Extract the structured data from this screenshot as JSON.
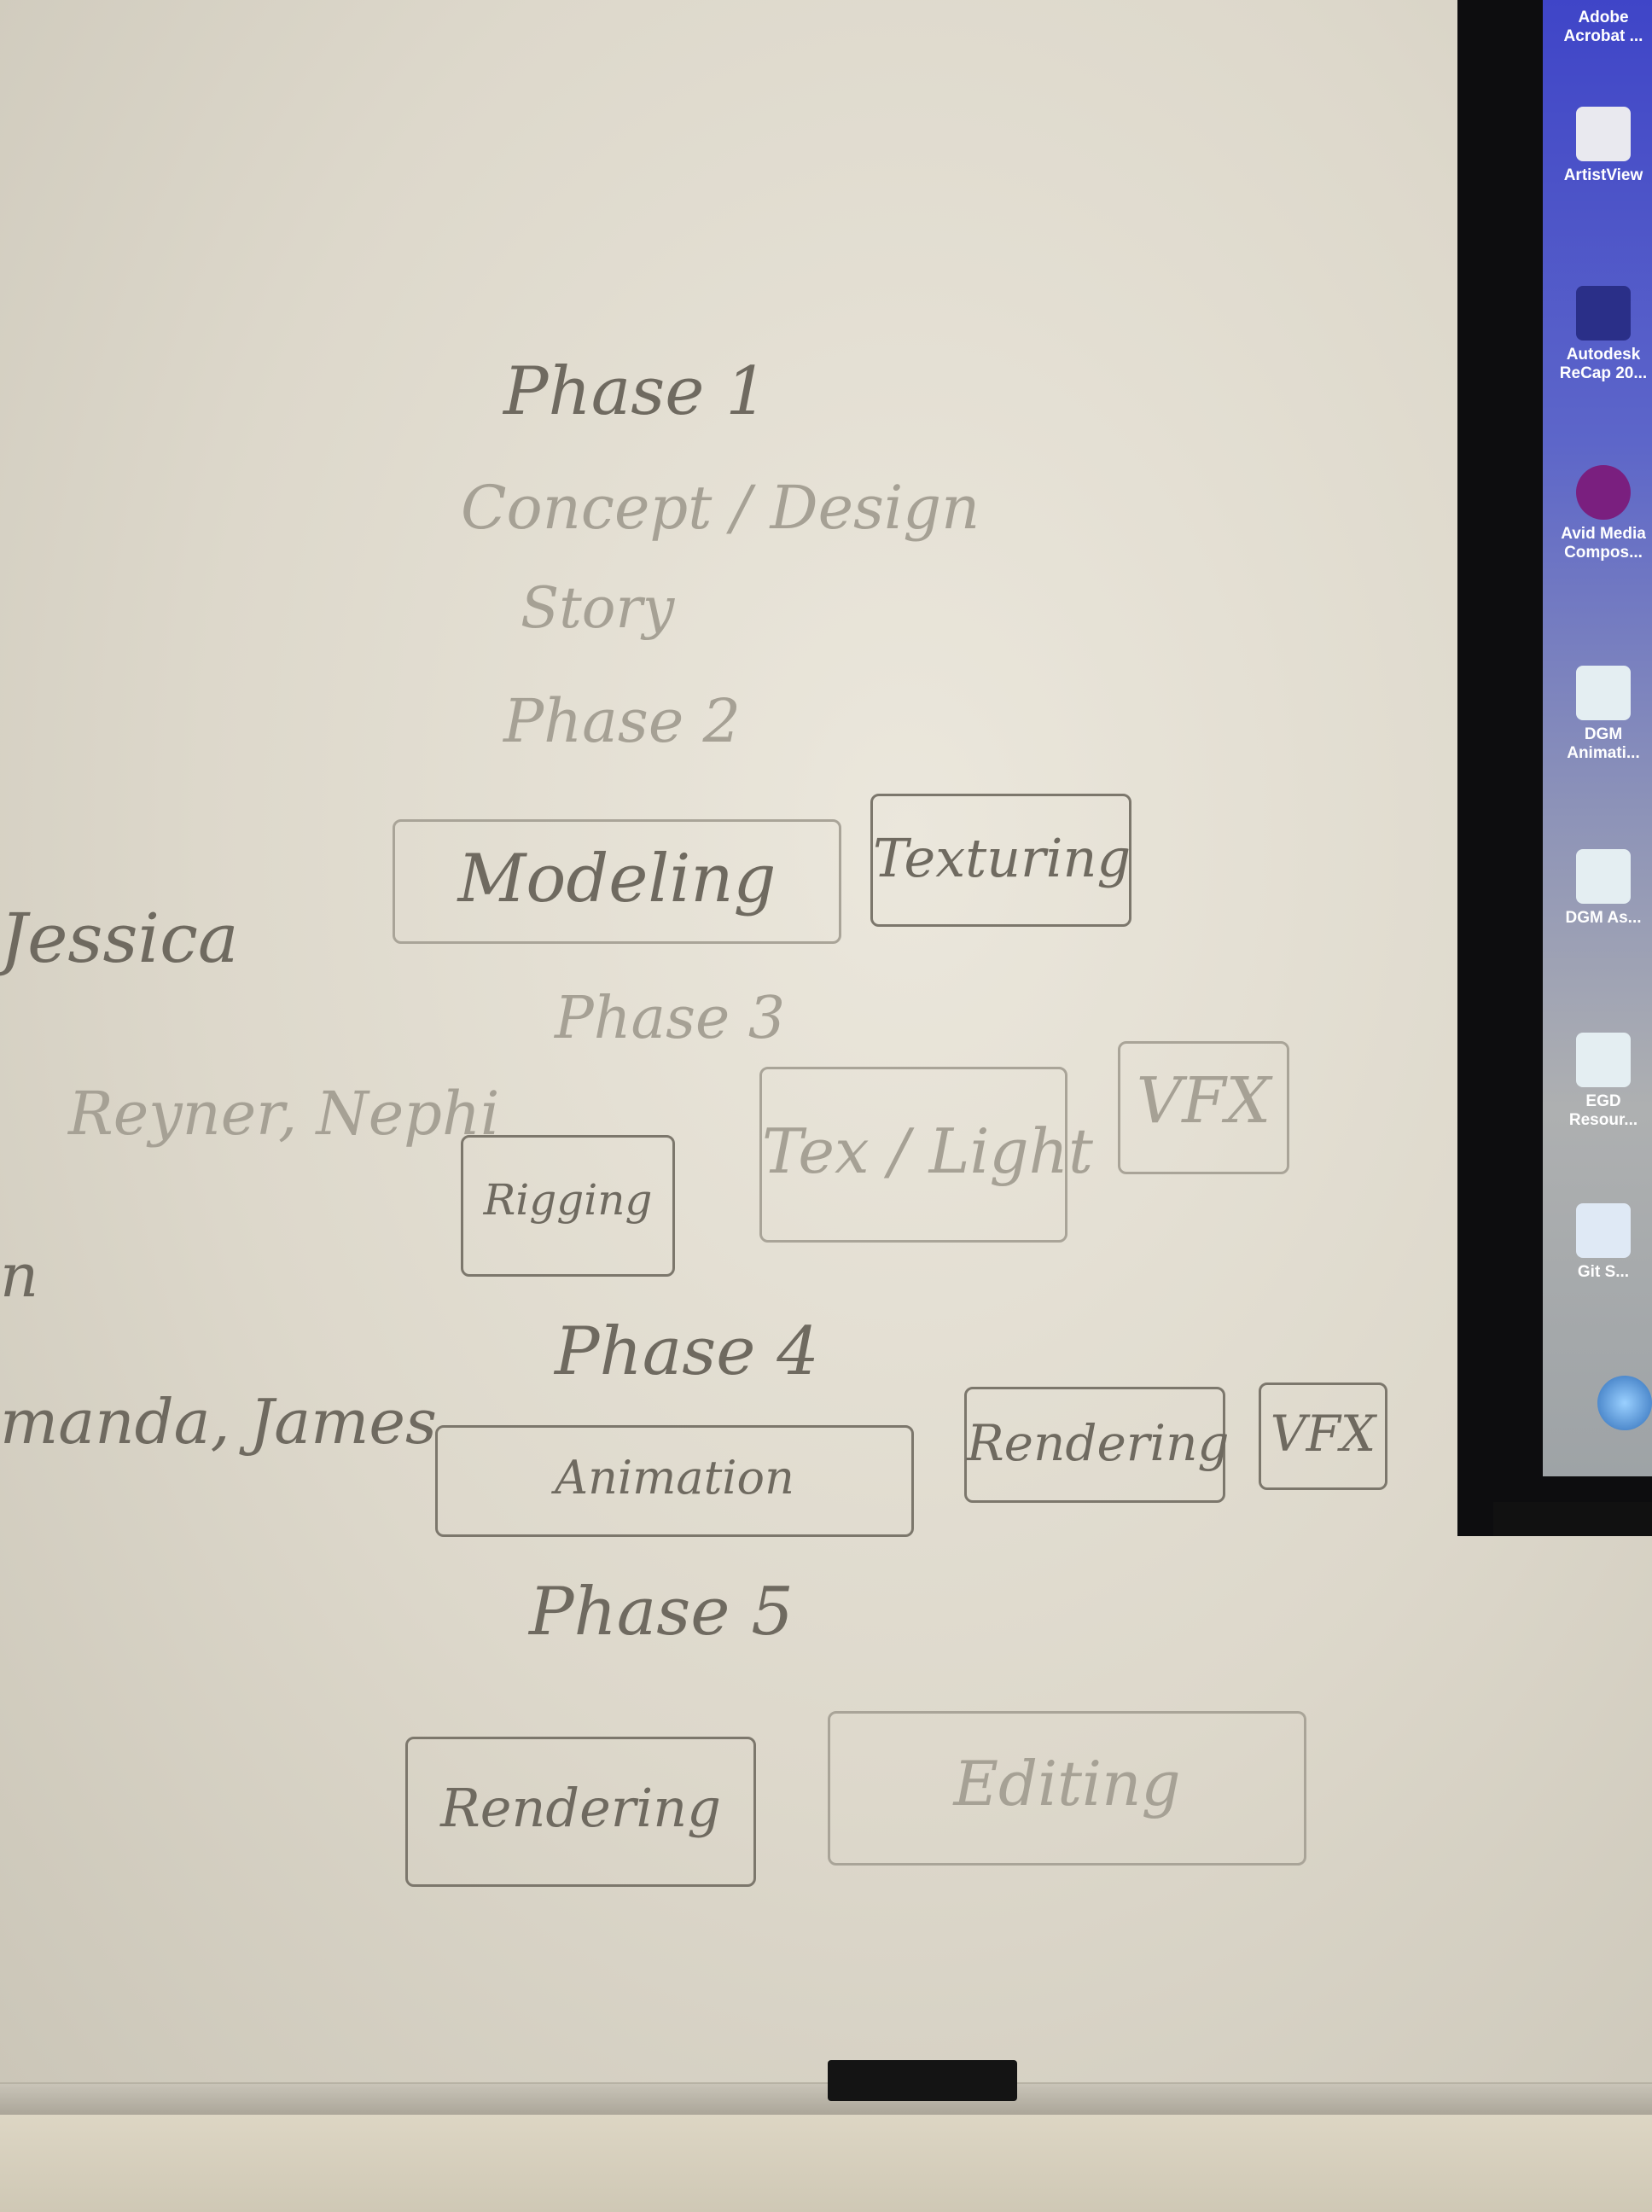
{
  "whiteboard": {
    "phase1": {
      "title": "Phase 1",
      "line1": "Concept / Design",
      "line2": "Story"
    },
    "phase2": {
      "title": "Phase 2",
      "boxes": [
        "Modeling",
        "Texturing"
      ]
    },
    "phase3": {
      "title": "Phase 3",
      "boxes": [
        "Rigging",
        "Tex / Light",
        "VFX"
      ]
    },
    "phase4": {
      "title": "Phase 4",
      "boxes": [
        "Animation",
        "Rendering",
        "VFX"
      ]
    },
    "phase5": {
      "title": "Phase 5",
      "boxes": [
        "Rendering",
        "Editing"
      ]
    },
    "names": [
      "Jessica",
      "Reyner, Nephi",
      "n",
      "manda, James"
    ]
  },
  "desktop_icons": [
    {
      "label": "Adobe Acrobat ...",
      "icon": "pdf-icon"
    },
    {
      "label": "ArtistView",
      "icon": "cube-icon"
    },
    {
      "label": "Autodesk ReCap 20...",
      "icon": "flag-icon"
    },
    {
      "label": "Avid Media Compos...",
      "icon": "media-icon"
    },
    {
      "label": "DGM Animati...",
      "icon": "cloud-icon"
    },
    {
      "label": "DGM As...",
      "icon": "cloud-icon"
    },
    {
      "label": "EGD Resour...",
      "icon": "cloud-icon"
    },
    {
      "label": "Git S...",
      "icon": "document-icon"
    }
  ],
  "colors": {
    "marker": "#6f6a60",
    "board": "#e6e2d7",
    "desktop_blue": "#3f45c8"
  }
}
